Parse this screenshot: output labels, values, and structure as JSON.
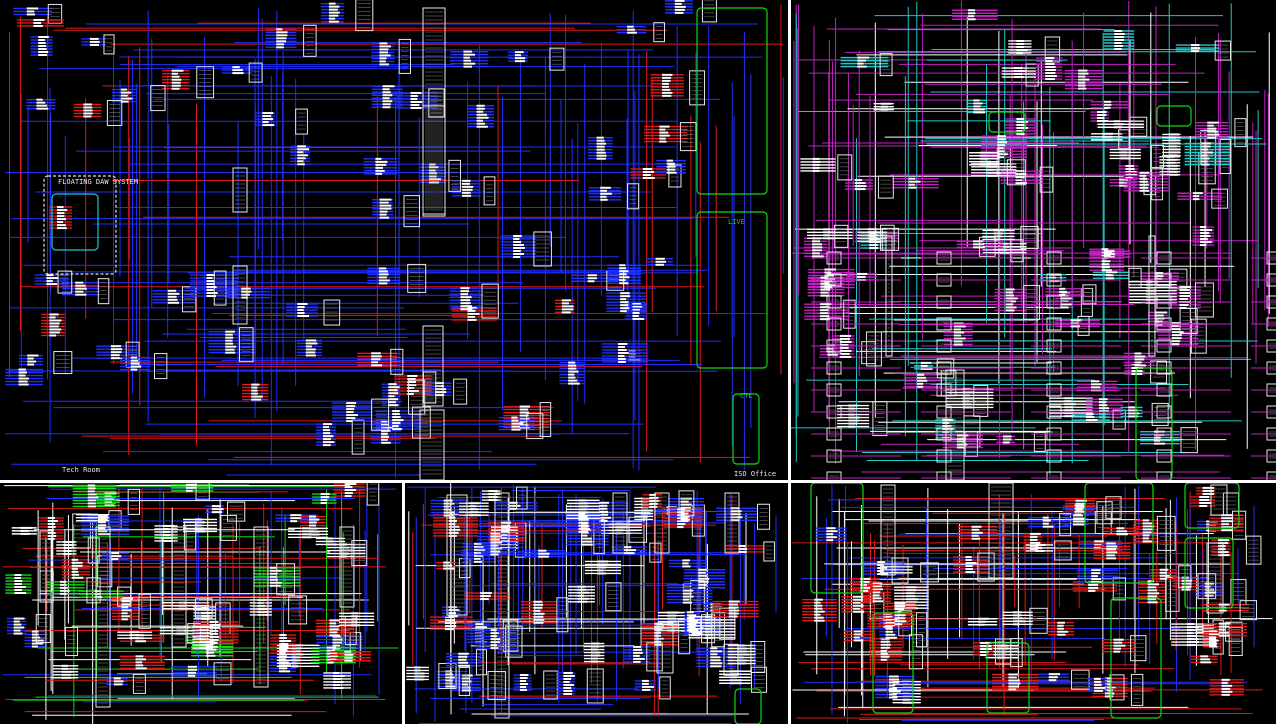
{
  "colors": {
    "background": "#000000",
    "separator": "#ffffff",
    "signal_blue": "#1f2fff",
    "signal_red": "#e01818",
    "signal_magenta": "#c020c0",
    "signal_green": "#12d812",
    "signal_cyan": "#20c8c8",
    "device_outline": "#e8e8e8"
  },
  "panels": {
    "top_left": {
      "labels": [
        "FLOATING DAW SYSTEM",
        "Tech Room",
        "LIVE",
        "CTL",
        "ISO Office"
      ]
    },
    "top_right": {
      "labels": []
    },
    "bottom_left": {
      "labels": []
    },
    "bottom_middle": {
      "labels": []
    },
    "bottom_right": {
      "labels": []
    }
  }
}
